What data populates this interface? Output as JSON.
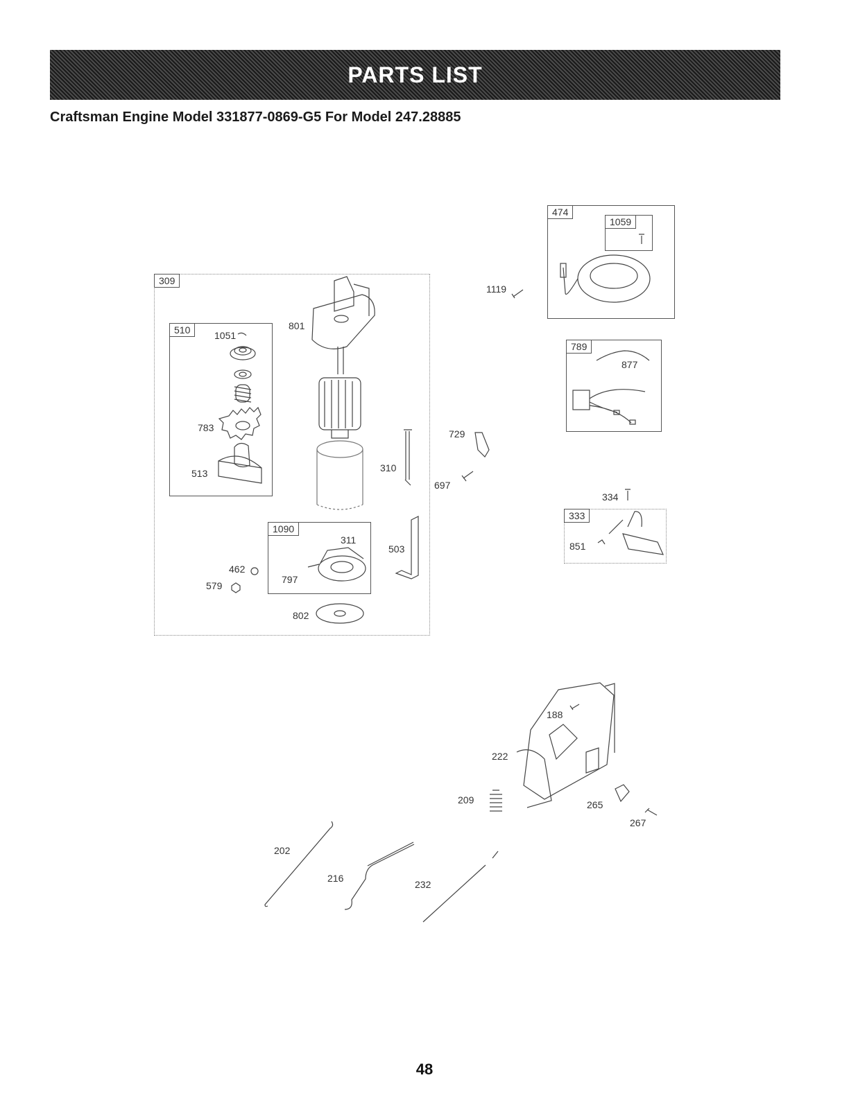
{
  "header": {
    "banner_title": "PARTS LIST",
    "subtitle": "Craftsman Engine Model 331877-0869-G5 For Model 247.28885"
  },
  "diagram": {
    "boxes": {
      "b309": "309",
      "b510": "510",
      "b1090": "1090",
      "b474": "474",
      "b1059": "1059",
      "b789": "789",
      "b333": "333"
    },
    "labels": {
      "l1051": "1051",
      "l801": "801",
      "l783": "783",
      "l513": "513",
      "l310": "310",
      "l311": "311",
      "l503": "503",
      "l462": "462",
      "l579": "579",
      "l797": "797",
      "l802": "802",
      "l1119": "1119",
      "l729": "729",
      "l697": "697",
      "l877": "877",
      "l334": "334",
      "l851": "851",
      "l188": "188",
      "l222": "222",
      "l209": "209",
      "l265": "265",
      "l267": "267",
      "l202": "202",
      "l216": "216",
      "l232": "232"
    }
  },
  "footer": {
    "page_number": "48"
  }
}
